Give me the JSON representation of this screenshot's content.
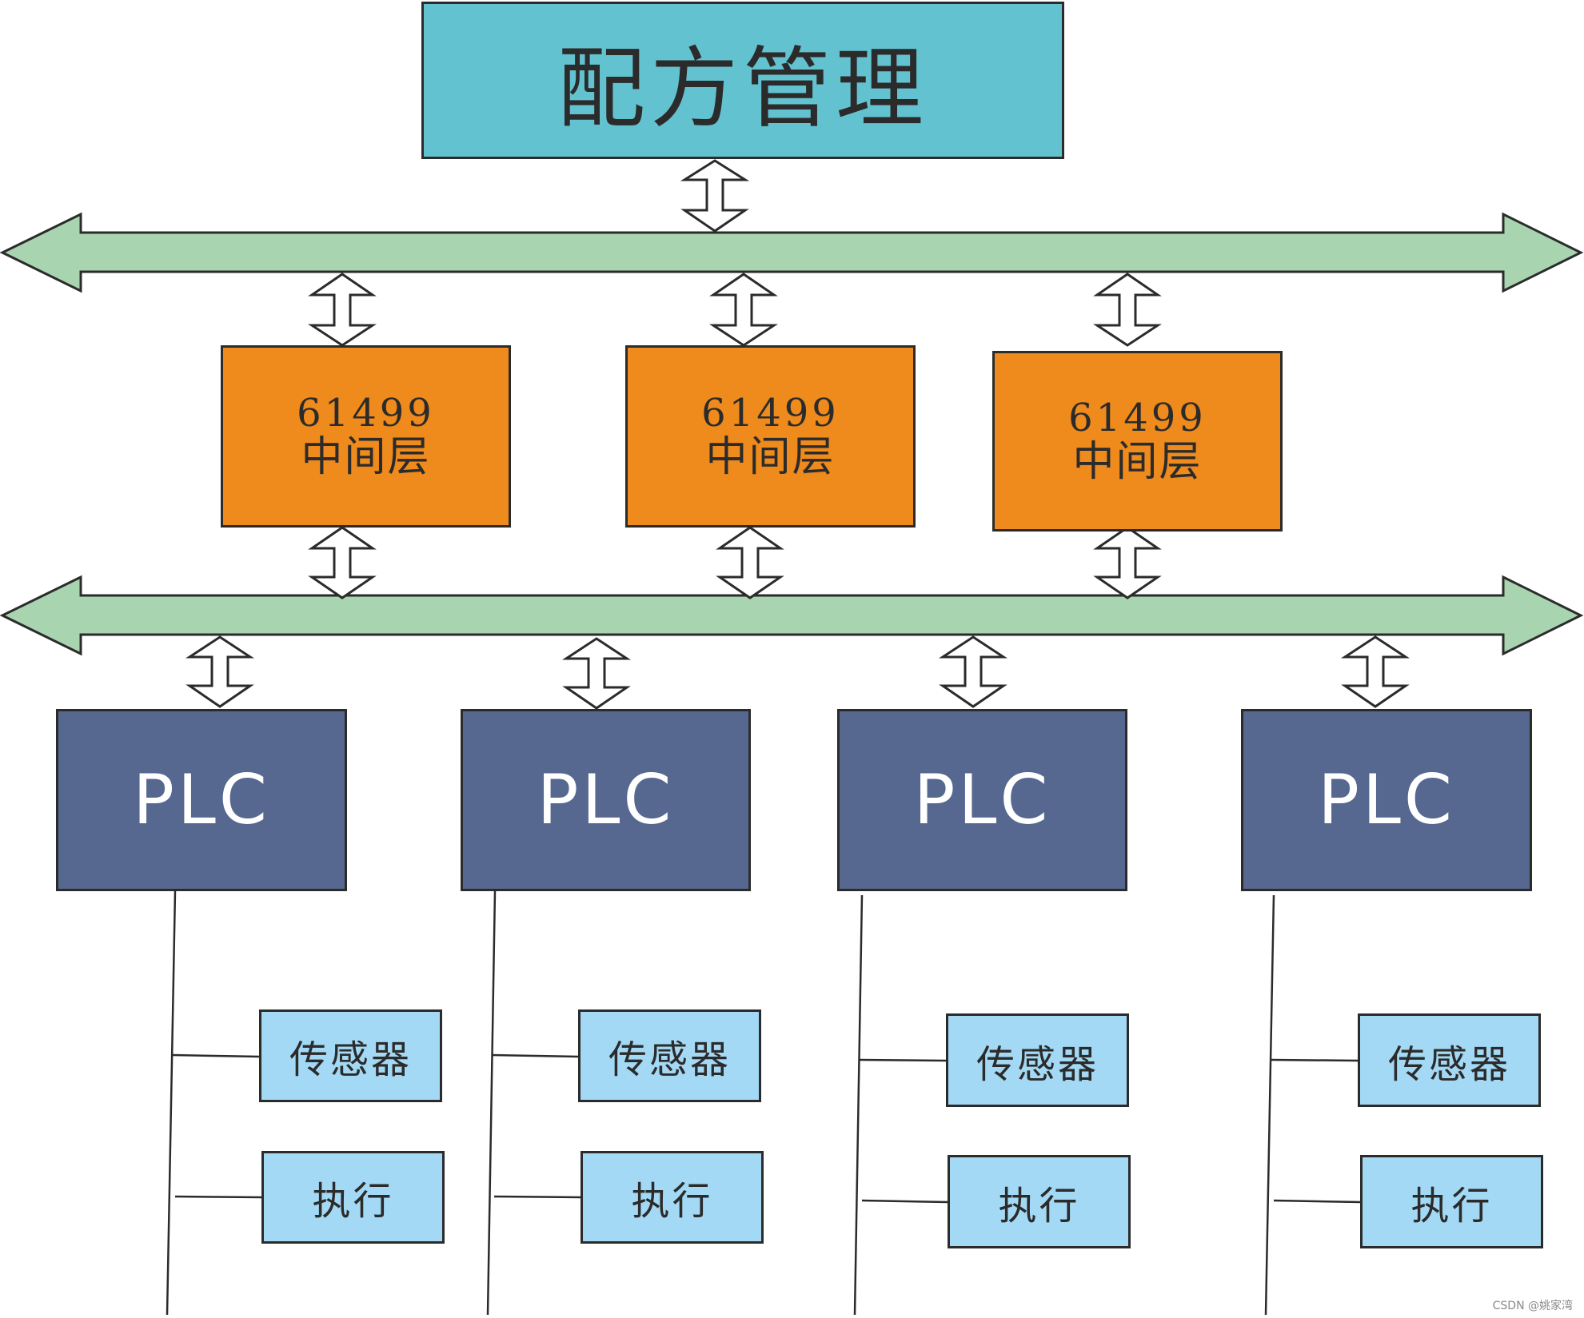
{
  "colors": {
    "recipe_fill": "#62c2d0",
    "middleware_fill": "#ef8a1c",
    "plc_fill": "#56688f",
    "device_fill": "#a3d9f4",
    "bus_fill": "#a8d5b0",
    "outline": "#2b2b2b"
  },
  "top": {
    "label": "配方管理"
  },
  "middleware": [
    {
      "num": "61499",
      "label": "中间层"
    },
    {
      "num": "61499",
      "label": "中间层"
    },
    {
      "num": "61499",
      "label": "中间层"
    }
  ],
  "plcs": [
    {
      "label": "PLC",
      "sensor": "传感器",
      "actuator": "执行"
    },
    {
      "label": "PLC",
      "sensor": "传感器",
      "actuator": "执行"
    },
    {
      "label": "PLC",
      "sensor": "传感器",
      "actuator": "执行"
    },
    {
      "label": "PLC",
      "sensor": "传感器",
      "actuator": "执行"
    }
  ],
  "watermark": "CSDN @姚家湾"
}
